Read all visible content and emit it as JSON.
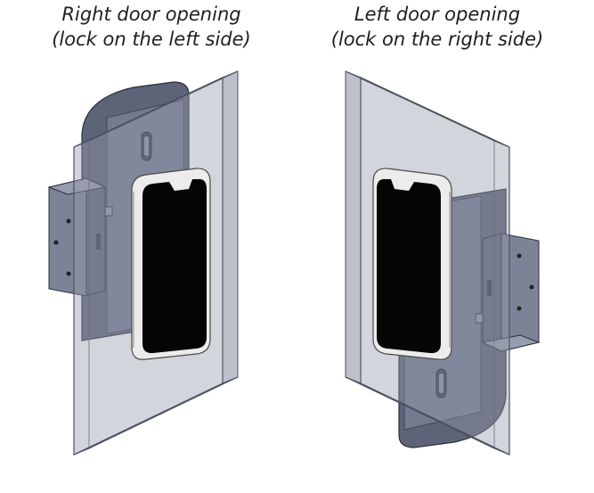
{
  "left": {
    "title_line1": "Right door opening",
    "title_line2": "(lock on the left side)"
  },
  "right": {
    "title_line1": "Left door opening",
    "title_line2": "(lock on the right side)"
  },
  "colors": {
    "panel": "#a4a8b6",
    "lock_body": "#5d6478",
    "keypad_face": "#050505",
    "keypad_rim": "#ececec"
  }
}
